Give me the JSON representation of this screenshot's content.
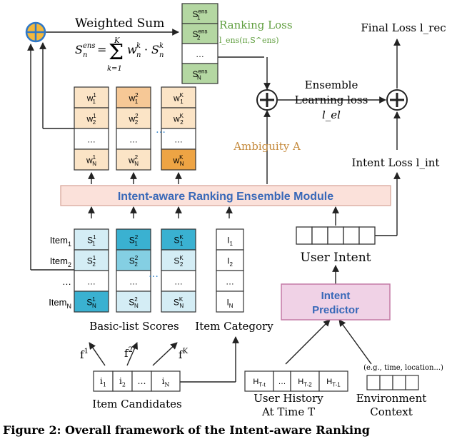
{
  "top": {
    "weighted_sum": "Weighted Sum",
    "formula": "S_n^{ens} = Σ_{k=1}^{K} w_n^k · S_n^k",
    "ens_cells": [
      "S^ens_1",
      "S^ens_2",
      "…",
      "S^ens_N"
    ],
    "ranking_loss": "Ranking Loss",
    "ranking_loss_formula": "l_ens(π,S^ens)",
    "final_loss": "Final Loss l_rec",
    "ensemble_loss": [
      "Ensemble",
      "Learning loss",
      "l_el"
    ],
    "ambiguity": "Ambiguity A",
    "intent_loss": "Intent Loss l_int"
  },
  "weights": {
    "col1": [
      "w^1_1",
      "w^1_2",
      "…",
      "w^1_N"
    ],
    "col2": [
      "w^2_1",
      "w^2_2",
      "…",
      "w^2_N"
    ],
    "colK": [
      "w^K_1",
      "w^K_2",
      "…",
      "w^K_N"
    ],
    "ellipsis": "…"
  },
  "module": {
    "label": "Intent-aware Ranking Ensemble Module"
  },
  "scores": {
    "item_labels": [
      "Item_1",
      "Item_2",
      "…",
      "Item_N"
    ],
    "col1": [
      "S^1_1",
      "S^1_2",
      "…",
      "S^1_N"
    ],
    "col2": [
      "S^2_1",
      "S^2_2",
      "…",
      "S^2_N"
    ],
    "colK": [
      "S^K_1",
      "S^K_2",
      "…",
      "S^K_N"
    ],
    "category": [
      "I_1",
      "I_2",
      "…",
      "I_N"
    ],
    "basic_label": "Basic-list Scores",
    "category_label": "Item Category",
    "ellipsis": "…"
  },
  "intent": {
    "user_intent": "User Intent",
    "predictor": [
      "Intent",
      "Predictor"
    ]
  },
  "bottom": {
    "f_labels": [
      "f^1",
      "f^2",
      "f^K"
    ],
    "candidates": [
      "i_1",
      "i_2",
      "…",
      "i_N"
    ],
    "candidates_label": "Item Candidates",
    "history": [
      "H_T-t",
      "…",
      "H_T-2",
      "H_T-1"
    ],
    "history_label": [
      "User History",
      "At Time T"
    ],
    "env_note": "(e.g., time, location...)",
    "env_label": [
      "Environment",
      "Context"
    ]
  },
  "caption": "Figure 2: Overall framework of the Intent-aware Ranking",
  "colors": {
    "ens_green": "#b4d7a2",
    "ranking_green": "#5f9e3e",
    "ambiguity_orange": "#c58a3c",
    "weight_light": "#fbe4c6",
    "weight_mid": "#f6c896",
    "weight_dark": "#eea444",
    "score_light": "#d4edf5",
    "score_mid": "#84cfe3",
    "score_dark": "#3ab1d1",
    "module_fill": "#fbe1da",
    "predictor_fill": "#f0d2e6",
    "plus_fill": "#f3b83c",
    "plus_stroke": "#2f78c8"
  }
}
